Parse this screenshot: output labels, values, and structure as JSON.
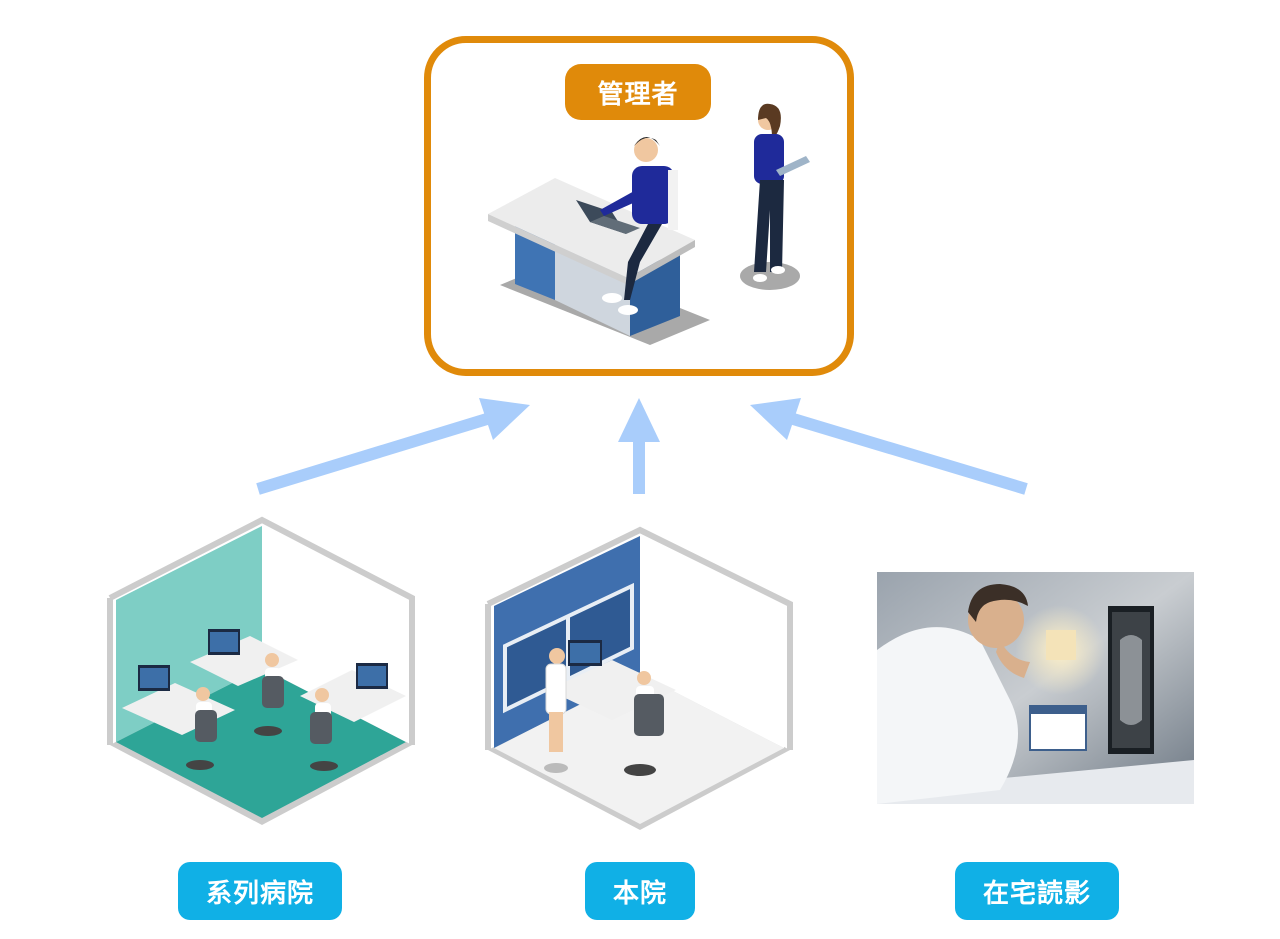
{
  "admin": {
    "label": "管理者"
  },
  "sites": [
    {
      "label": "系列病院"
    },
    {
      "label": "本院"
    },
    {
      "label": "在宅読影"
    }
  ],
  "colors": {
    "admin_accent": "#e08a0a",
    "site_label": "#10b0e6",
    "arrow": "#a9cdfb"
  }
}
